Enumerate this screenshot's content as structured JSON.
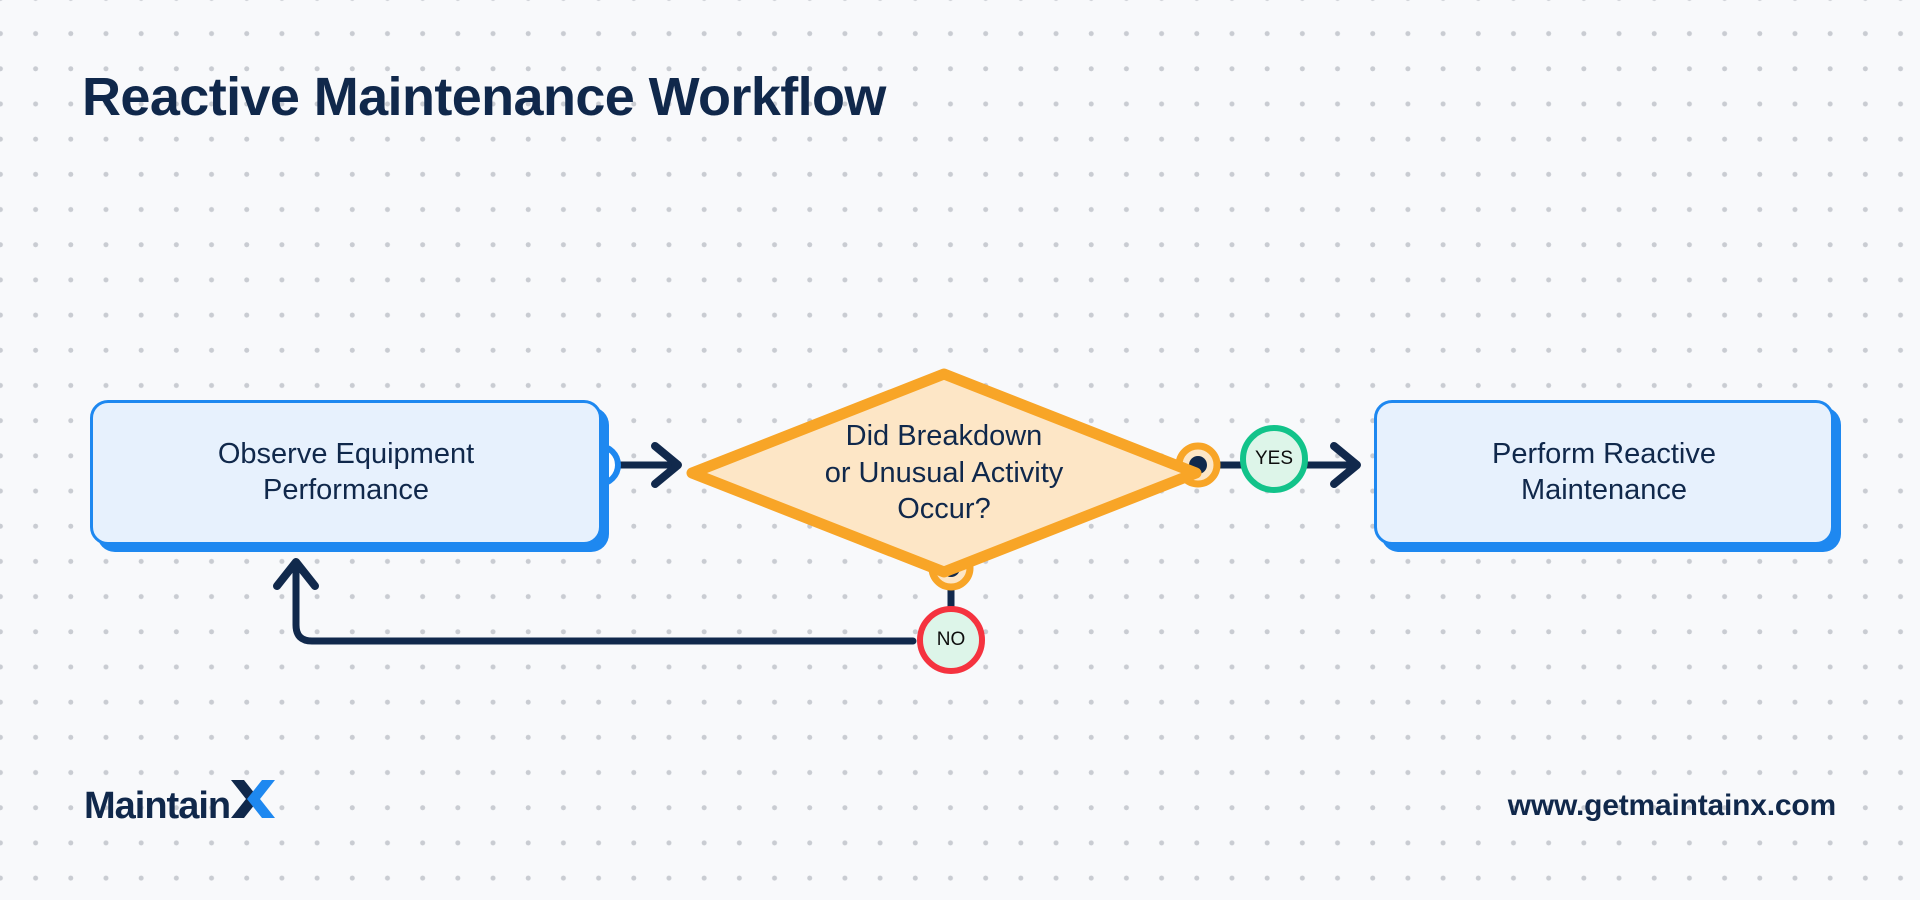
{
  "page": {
    "title": "Reactive Maintenance Workflow",
    "background_color": "#F8F9FB",
    "dot_color": "#C9CCD2"
  },
  "colors": {
    "navy": "#10284B",
    "blue": "#1E88F0",
    "blue_fill": "#E7F1FD",
    "orange": "#F8A527",
    "orange_fill": "#FDE6C6",
    "green": "#12C38A",
    "green_fill": "#DDF5E9",
    "red": "#F5333F",
    "line": "#11294C"
  },
  "nodes": {
    "observe": {
      "label": "Observe Equipment\nPerformance",
      "type": "process"
    },
    "decision": {
      "label": "Did Breakdown\nor Unusual Activity\nOccur?",
      "type": "decision"
    },
    "perform": {
      "label": "Perform Reactive\nMaintenance",
      "type": "process"
    }
  },
  "branches": {
    "yes": {
      "label": "YES"
    },
    "no": {
      "label": "NO"
    }
  },
  "footer": {
    "logo_text": "Maintain",
    "logo_mark": "X",
    "url": "www.getmaintainx.com"
  }
}
